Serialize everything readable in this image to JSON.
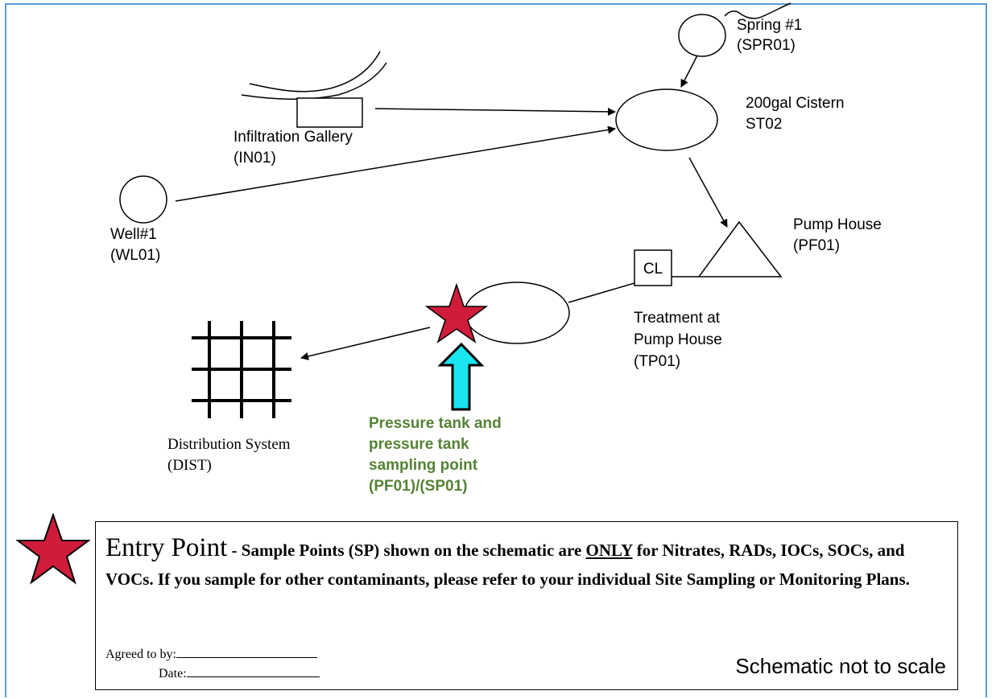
{
  "components": {
    "spring": {
      "name": "Spring #1",
      "code": "(SPR01)"
    },
    "cistern": {
      "name": "200gal Cistern",
      "code": "ST02"
    },
    "infiltration_gallery": {
      "name": "Infiltration Gallery",
      "code": "(IN01)"
    },
    "well": {
      "name": "Well#1",
      "code": "(WL01)"
    },
    "pump_house": {
      "name": "Pump House",
      "code": "(PF01)"
    },
    "chlorinator": {
      "label": "CL"
    },
    "treatment": {
      "line1": "Treatment at",
      "line2": "Pump House",
      "code": "(TP01)"
    },
    "distribution": {
      "name": "Distribution System",
      "code": "(DIST)"
    },
    "pressure_tank": {
      "line1": "Pressure tank and",
      "line2": "pressure tank",
      "line3": "sampling point",
      "line4": "(PF01)/(SP01)"
    }
  },
  "legend": {
    "title": "Entry Point",
    "separator": " - ",
    "text_before": "Sample Points (SP) shown on the schematic are ",
    "emphasis": "ONLY",
    "text_after": " for Nitrates, RADs, IOCs, SOCs, and VOCs. If you sample for other contaminants, please refer to your individual Site Sampling or Monitoring Plans.",
    "agreed_label": "Agreed to by:",
    "date_label": "Date:",
    "scale_note": "Schematic not to scale"
  },
  "colors": {
    "star": "#d01c3a",
    "arrow_fill": "#19e6f0",
    "highlight_text": "#548235",
    "frame": "#5b9bd5"
  },
  "icons": {
    "entry_point": "red-star-icon",
    "sampling_arrow": "up-arrow-icon"
  }
}
